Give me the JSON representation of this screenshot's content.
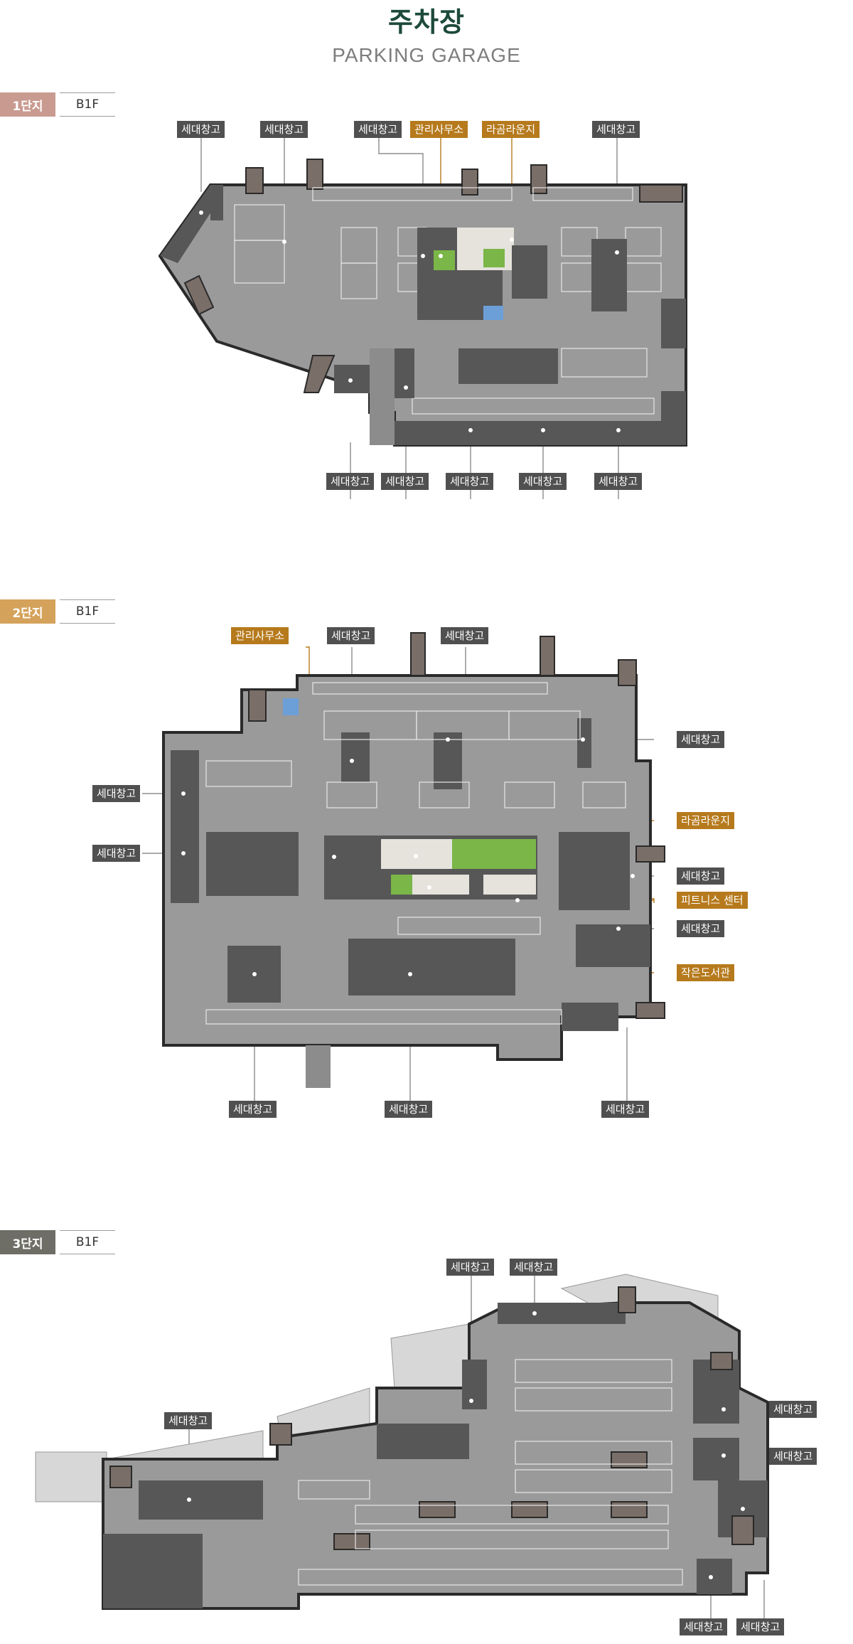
{
  "header": {
    "title": "주차장",
    "subtitle": "PARKING GARAGE"
  },
  "colors": {
    "title": "#1d4a3b",
    "complex1": "#c99b90",
    "complex2": "#d4a25a",
    "complex3": "#6e6e66",
    "label_dark": "#505050",
    "label_gold": "#b67a1d",
    "floor_base": "#9a9a9a",
    "wall": "#2a2a2a",
    "storage": "#575757",
    "green_area": "#7ab648",
    "blue_area": "#6c9fd7"
  },
  "complexes": [
    {
      "tag": "1단지",
      "floor": "B1F",
      "labels": [
        "세대창고",
        "세대창고",
        "세대창고",
        "관리사무소",
        "라곰라운지",
        "세대창고",
        "세대창고",
        "세대창고",
        "세대창고",
        "세대창고",
        "세대창고"
      ]
    },
    {
      "tag": "2단지",
      "floor": "B1F",
      "labels": [
        "관리사무소",
        "세대창고",
        "세대창고",
        "세대창고",
        "세대창고",
        "라곰라운지",
        "세대창고",
        "세대창고",
        "피트니스 센터",
        "세대창고",
        "작은도서관",
        "세대창고",
        "세대창고",
        "세대창고"
      ]
    },
    {
      "tag": "3단지",
      "floor": "B1F",
      "labels": [
        "세대창고",
        "세대창고",
        "세대창고",
        "세대창고",
        "세대창고",
        "세대창고",
        "세대창고"
      ]
    }
  ]
}
